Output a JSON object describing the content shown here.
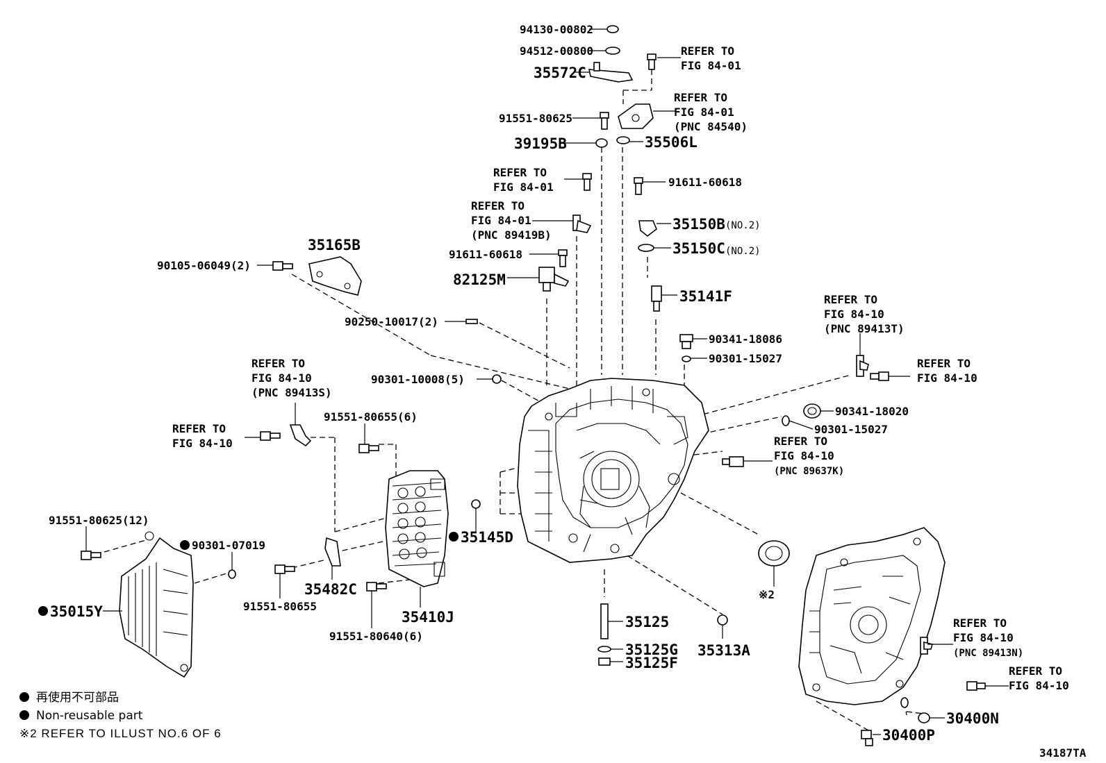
{
  "labels": {
    "p94130": "94130-00802",
    "p94512": "94512-00800",
    "p35572C": "35572C",
    "p91551_80625": "91551-80625",
    "p39195B": "39195B",
    "p35506L": "35506L",
    "p91611_a": "91611-60618",
    "p91611_b": "91611-60618",
    "p35150B": "35150B",
    "p35150B_note": "(NO.2)",
    "p35150C": "35150C",
    "p35150C_note": "(NO.2)",
    "p82125M": "82125M",
    "p35141F": "35141F",
    "p35165B": "35165B",
    "p90105": "90105-06049(2)",
    "p90250": "90250-10017(2)",
    "p90341_18086": "90341-18086",
    "p90301_15027_a": "90301-15027",
    "p90301_10008": "90301-10008(5)",
    "p90341_18020": "90341-18020",
    "p90301_15027_b": "90301-15027",
    "p91551_80655_6": "91551-80655(6)",
    "p91551_80625_12": "91551-80625(12)",
    "p90301_07019": "90301-07019",
    "p35145D": "35145D",
    "p35015Y": "35015Y",
    "p35482C": "35482C",
    "p91551_80655": "91551-80655",
    "p35410J": "35410J",
    "p91551_80640": "91551-80640(6)",
    "p35125": "35125",
    "p35125G": "35125G",
    "p35125F": "35125F",
    "p35313A": "35313A",
    "p_ref2": "※2",
    "p30400N": "30400N",
    "p30400P": "30400P"
  },
  "refer_blocks": {
    "r1": [
      "REFER TO",
      "FIG 84-01"
    ],
    "r2": [
      "REFER TO",
      "FIG 84-01",
      "(PNC 84540)"
    ],
    "r3": [
      "REFER TO",
      "FIG 84-01"
    ],
    "r4": [
      "REFER TO",
      "FIG 84-01",
      "(PNC 89419B)"
    ],
    "r5": [
      "REFER TO",
      "FIG 84-10",
      "(PNC 89413T)"
    ],
    "r6": [
      "REFER TO",
      "FIG 84-10"
    ],
    "r7": [
      "REFER TO",
      "FIG 84-10",
      "(PNC 89413S)"
    ],
    "r8": [
      "REFER TO",
      "FIG 84-10"
    ],
    "r9": [
      "REFER TO",
      "FIG 84-10",
      "(PNC 89637K)"
    ],
    "r10": [
      "REFER TO",
      "FIG 84-10",
      "(PNC 89413N)"
    ],
    "r11": [
      "REFER TO",
      "FIG 84-10"
    ]
  },
  "legend": {
    "line1": "再使用不可部品",
    "line2": "Non-reusable part",
    "line3": "※2 REFER TO ILLUST NO.6 OF 6"
  },
  "illustration_id": "34187TA"
}
